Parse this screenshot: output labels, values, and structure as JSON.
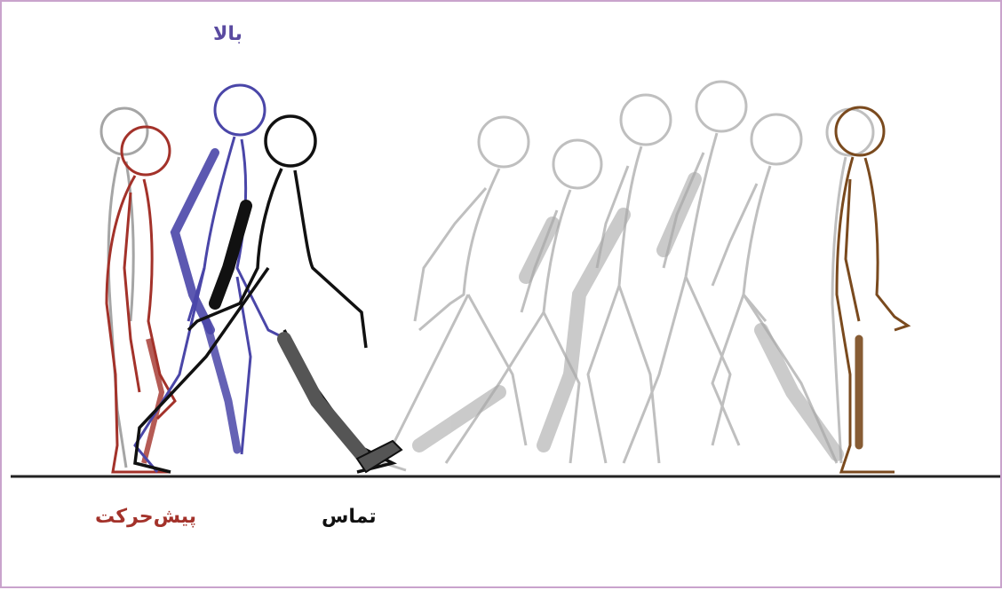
{
  "labels": {
    "up": "بالا",
    "anticipation": "پیش‌حرکت",
    "contact": "تماس"
  },
  "colors": {
    "border": "#c9a3cc",
    "ground": "#222222",
    "figure_gray": "#9a9a9a",
    "figure_red": "#a3322a",
    "figure_blue": "#4a46a8",
    "figure_black": "#111111",
    "figure_brown": "#7a4a1e",
    "label_up": "#5a4aa0",
    "label_anticipation": "#a3322a",
    "label_contact": "#111111"
  },
  "figures": [
    "gray-figure-back",
    "red-figure-anticipation",
    "blue-figure-up",
    "black-figure-contact",
    "faded-stride-figures",
    "brown-figure-end"
  ]
}
